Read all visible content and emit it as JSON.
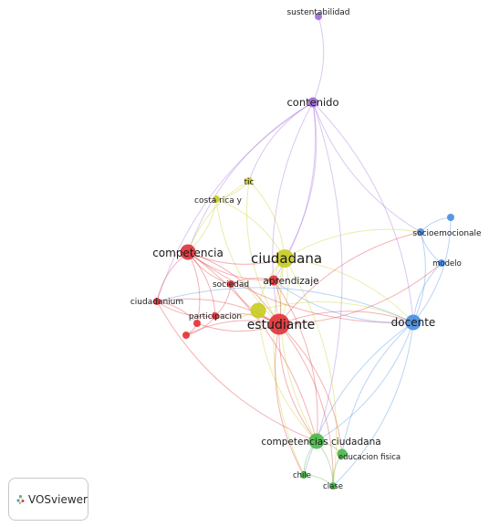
{
  "title": "VOSviewer co-occurrence network",
  "colors": {
    "red": "#e2343a",
    "yellow": "#c9cc26",
    "purple": "#a26cd8",
    "blue": "#4a8fe0",
    "green": "#4cb84a"
  },
  "nodes": [
    {
      "id": "sustentabilidad",
      "label": "sustentabilidad",
      "cluster": "purple",
      "weight": 1
    },
    {
      "id": "contenido",
      "label": "contenido",
      "cluster": "purple",
      "weight": 2
    },
    {
      "id": "tic",
      "label": "tic",
      "cluster": "yellow",
      "weight": 1
    },
    {
      "id": "costa_rica",
      "label": "costa rica y",
      "cluster": "yellow",
      "weight": 1
    },
    {
      "id": "ciudadana",
      "label": "ciudadana",
      "cluster": "yellow",
      "weight": 5
    },
    {
      "id": "competencia",
      "label": "competencia",
      "cluster": "red",
      "weight": 4
    },
    {
      "id": "aprendizaje",
      "label": "aprendizaje",
      "cluster": "red",
      "weight": 2
    },
    {
      "id": "sociedad",
      "label": "sociedad",
      "cluster": "red",
      "weight": 1
    },
    {
      "id": "ciudadanium",
      "label": "ciudadanium",
      "cluster": "red",
      "weight": 1
    },
    {
      "id": "participacion",
      "label": "participacion",
      "cluster": "red",
      "weight": 1
    },
    {
      "id": "unlab_red",
      "label": "",
      "cluster": "red",
      "weight": 1
    },
    {
      "id": "unlab_red2",
      "label": "",
      "cluster": "red",
      "weight": 1
    },
    {
      "id": "unlab_yel",
      "label": "",
      "cluster": "yellow",
      "weight": 4
    },
    {
      "id": "estudiante",
      "label": "estudiante",
      "cluster": "red",
      "weight": 6
    },
    {
      "id": "socioemocionale",
      "label": "socioemocionale",
      "cluster": "blue",
      "weight": 1
    },
    {
      "id": "unlab_blue",
      "label": "",
      "cluster": "blue",
      "weight": 1
    },
    {
      "id": "modelo",
      "label": "modelo",
      "cluster": "blue",
      "weight": 1
    },
    {
      "id": "docente",
      "label": "docente",
      "cluster": "blue",
      "weight": 4
    },
    {
      "id": "competencias_ciudadana",
      "label": "competencias ciudadana",
      "cluster": "green",
      "weight": 4
    },
    {
      "id": "educacion_fisica",
      "label": "educacion fisica",
      "cluster": "green",
      "weight": 2
    },
    {
      "id": "chile",
      "label": "chile",
      "cluster": "green",
      "weight": 1
    },
    {
      "id": "clase",
      "label": "clase",
      "cluster": "green",
      "weight": 1
    }
  ],
  "links": [
    [
      "sustentabilidad",
      "contenido"
    ],
    [
      "contenido",
      "competencia"
    ],
    [
      "contenido",
      "ciudadana"
    ],
    [
      "contenido",
      "estudiante"
    ],
    [
      "contenido",
      "docente"
    ],
    [
      "contenido",
      "tic"
    ],
    [
      "contenido",
      "competencias_ciudadana"
    ],
    [
      "contenido",
      "socioemocionale"
    ],
    [
      "contenido",
      "aprendizaje"
    ],
    [
      "contenido",
      "ciudadanium"
    ],
    [
      "tic",
      "ciudadana"
    ],
    [
      "tic",
      "estudiante"
    ],
    [
      "tic",
      "costa_rica"
    ],
    [
      "tic",
      "competencia"
    ],
    [
      "costa_rica",
      "competencia"
    ],
    [
      "costa_rica",
      "estudiante"
    ],
    [
      "costa_rica",
      "ciudadana"
    ],
    [
      "competencia",
      "ciudadana"
    ],
    [
      "competencia",
      "estudiante"
    ],
    [
      "competencia",
      "sociedad"
    ],
    [
      "competencia",
      "participacion"
    ],
    [
      "competencia",
      "ciudadanium"
    ],
    [
      "competencia",
      "unlab_red"
    ],
    [
      "competencia",
      "aprendizaje"
    ],
    [
      "competencia",
      "competencias_ciudadana"
    ],
    [
      "competencia",
      "docente"
    ],
    [
      "ciudadana",
      "estudiante"
    ],
    [
      "ciudadana",
      "aprendizaje"
    ],
    [
      "ciudadana",
      "docente"
    ],
    [
      "ciudadana",
      "competencias_ciudadana"
    ],
    [
      "ciudadana",
      "socioemocionale"
    ],
    [
      "ciudadana",
      "unlab_yel"
    ],
    [
      "ciudadana",
      "clase"
    ],
    [
      "ciudadana",
      "chile"
    ],
    [
      "estudiante",
      "docente"
    ],
    [
      "estudiante",
      "competencias_ciudadana"
    ],
    [
      "estudiante",
      "educacion_fisica"
    ],
    [
      "estudiante",
      "chile"
    ],
    [
      "estudiante",
      "clase"
    ],
    [
      "estudiante",
      "participacion"
    ],
    [
      "estudiante",
      "sociedad"
    ],
    [
      "estudiante",
      "ciudadanium"
    ],
    [
      "estudiante",
      "unlab_red"
    ],
    [
      "estudiante",
      "unlab_red2"
    ],
    [
      "estudiante",
      "unlab_yel"
    ],
    [
      "estudiante",
      "aprendizaje"
    ],
    [
      "estudiante",
      "socioemocionale"
    ],
    [
      "estudiante",
      "modelo"
    ],
    [
      "unlab_yel",
      "participacion"
    ],
    [
      "unlab_yel",
      "competencias_ciudadana"
    ],
    [
      "unlab_yel",
      "docente"
    ],
    [
      "docente",
      "socioemocionale"
    ],
    [
      "docente",
      "modelo"
    ],
    [
      "docente",
      "unlab_blue"
    ],
    [
      "docente",
      "competencias_ciudadana"
    ],
    [
      "docente",
      "educacion_fisica"
    ],
    [
      "docente",
      "clase"
    ],
    [
      "docente",
      "chile"
    ],
    [
      "docente",
      "aprendizaje"
    ],
    [
      "docente",
      "ciudadanium"
    ],
    [
      "socioemocionale",
      "unlab_blue"
    ],
    [
      "socioemocionale",
      "modelo"
    ],
    [
      "competencias_ciudadana",
      "educacion_fisica"
    ],
    [
      "competencias_ciudadana",
      "chile"
    ],
    [
      "competencias_ciudadana",
      "clase"
    ],
    [
      "educacion_fisica",
      "clase"
    ],
    [
      "chile",
      "clase"
    ],
    [
      "ciudadanium",
      "participacion"
    ],
    [
      "ciudadanium",
      "unlab_red"
    ],
    [
      "ciudadanium",
      "competencias_ciudadana"
    ],
    [
      "participacion",
      "unlab_red2"
    ],
    [
      "participacion",
      "sociedad"
    ],
    [
      "unlab_red",
      "unlab_red2"
    ],
    [
      "aprendizaje",
      "sociedad"
    ],
    [
      "aprendizaje",
      "competencias_ciudadana"
    ]
  ],
  "branding": {
    "name": "VOSviewer"
  }
}
